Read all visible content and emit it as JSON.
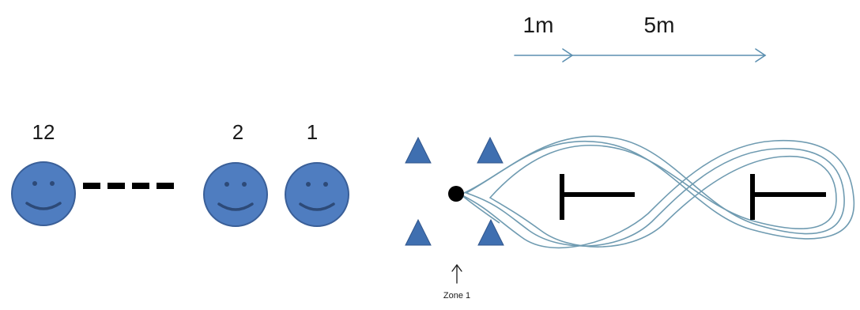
{
  "players": [
    {
      "label": "12"
    },
    {
      "label": "2"
    },
    {
      "label": "1"
    }
  ],
  "distances": [
    {
      "label": "1m"
    },
    {
      "label": "5m"
    }
  ],
  "zone_label": "Zone 1",
  "colors": {
    "face_fill": "#4f7dc0",
    "face_stroke": "#3a5f98",
    "face_features": "#2d4a78",
    "cone_fill": "#3f6fb0",
    "arrow_line": "#5b8fb0",
    "path_line": "#6f9bb1",
    "text": "#1a1a1a",
    "black": "#000000"
  }
}
